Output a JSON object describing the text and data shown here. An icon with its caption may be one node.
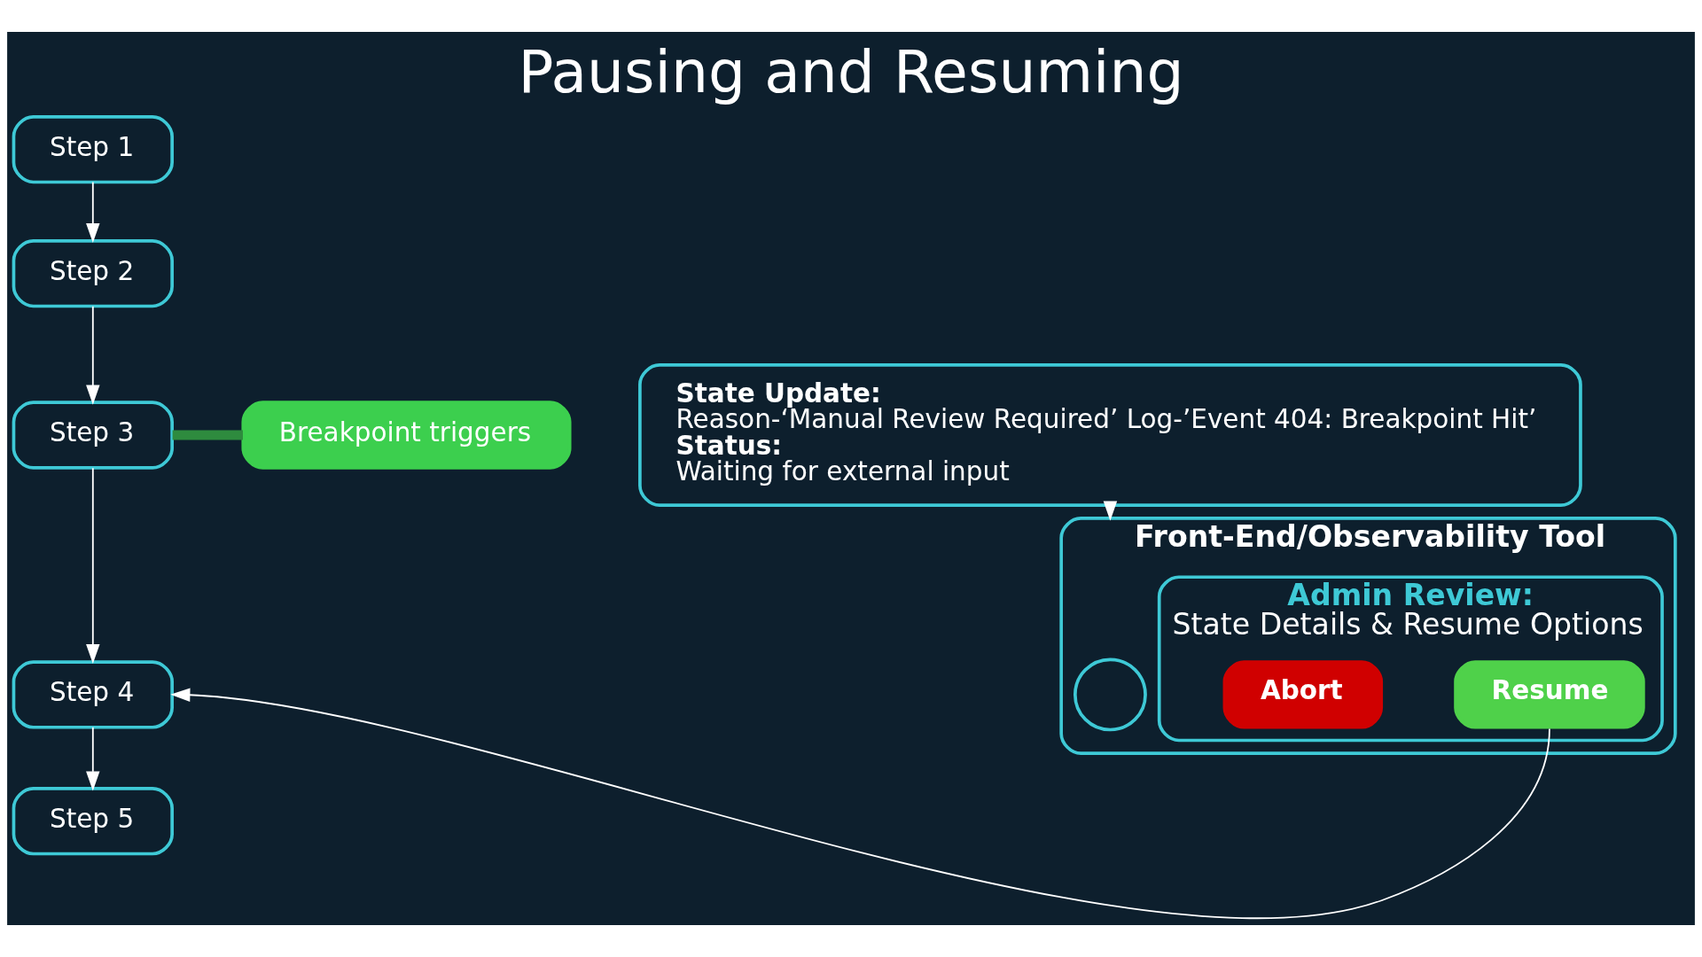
{
  "diagram": {
    "title": "Pausing and Resuming",
    "nodes": [
      {
        "text": [
          "Step 1"
        ]
      },
      {
        "text": [
          "Step 2"
        ]
      },
      {
        "text": [
          "Step 3"
        ]
      },
      {
        "text": [
          "Step 4"
        ]
      },
      {
        "text": [
          "Step 5"
        ]
      },
      {
        "text": [
          "Breakpoint triggers"
        ]
      },
      {
        "text": [
          "State Update:",
          "Reason-‘Manual Review Required’ Log-’Event 404: Breakpoint Hit’",
          "Status:",
          "Waiting for external input"
        ]
      },
      {
        "text": [
          "Front-End/Observability Tool"
        ]
      },
      {
        "text": [],
        "shape": "person",
        "in": 7
      },
      {
        "text": [
          "Admin Review:",
          "State Details & Resume Options"
        ],
        "in": 7
      },
      {
        "text": [
          "Resume"
        ],
        "in": 9
      },
      {
        "text": [
          "Abort"
        ],
        "in": 9
      }
    ],
    "edges": [
      {
        "from": 0,
        "to": 1,
        "arrow": "to"
      },
      {
        "from": 1,
        "to": 2,
        "arrow": "to"
      },
      {
        "from": 2,
        "to": 3,
        "arrow": "to"
      },
      {
        "from": 3,
        "to": 4,
        "arrow": "to"
      },
      {
        "from": 2,
        "to": 5,
        "arrow": "none",
        "style": "thick",
        "color": "#2e8b3e"
      },
      {
        "from": 6,
        "to": 7,
        "arrow": "to"
      },
      {
        "from": 10,
        "to": 3,
        "arrow": "to"
      }
    ]
  }
}
